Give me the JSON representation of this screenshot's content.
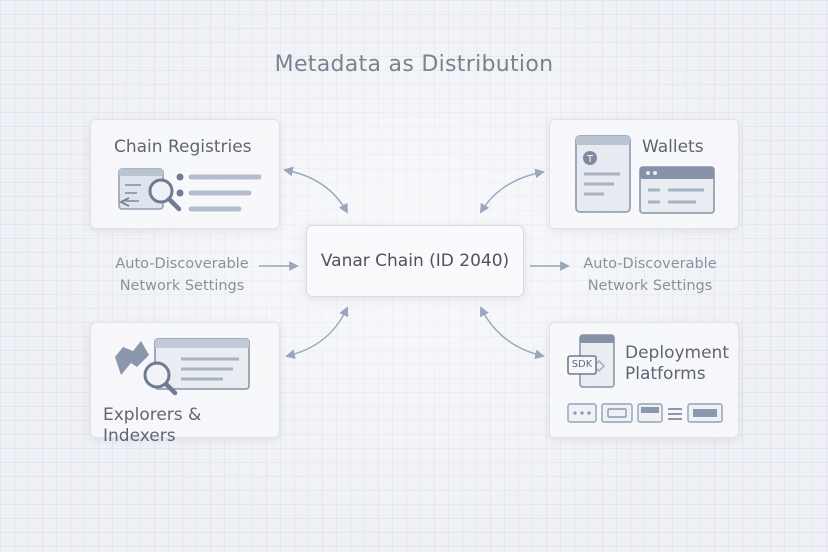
{
  "title": "Metadata as Distribution",
  "center": {
    "label": "Vanar Chain (ID 2040)"
  },
  "nodes": {
    "chain_registries": {
      "label": "Chain Registries"
    },
    "wallets": {
      "label": "Wallets"
    },
    "explorers": {
      "label": "Explorers & Indexers"
    },
    "deployment": {
      "label_line1": "Deployment",
      "label_line2": "Platforms",
      "sdk_badge": "SDK"
    }
  },
  "side_labels": {
    "left": {
      "line1": "Auto-Discoverable",
      "line2": "Network Settings"
    },
    "right": {
      "line1": "Auto-Discoverable",
      "line2": "Network Settings"
    }
  },
  "colors": {
    "icon": "#8e9aae",
    "icon_dark": "#6f7c92",
    "arrow": "#9aa6bb",
    "card_border": "#dfe3ea"
  },
  "icons": [
    "magnifier-icon",
    "list-icon",
    "window-icon",
    "sdk-box-icon",
    "arrow-icon"
  ]
}
